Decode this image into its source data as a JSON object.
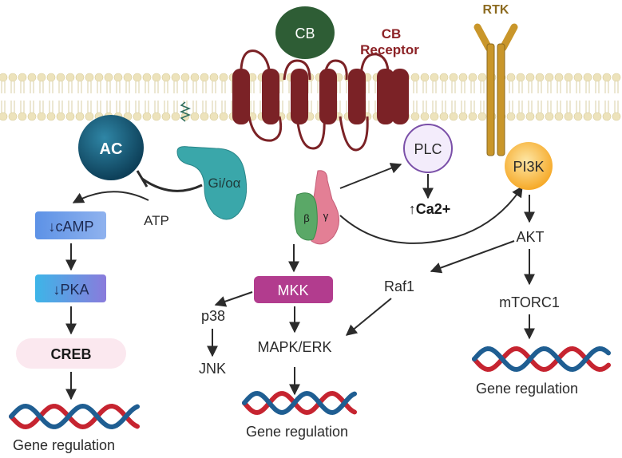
{
  "labels": {
    "cb": "CB",
    "cb_receptor_line1": "CB",
    "cb_receptor_line2": "Receptor",
    "rtk": "RTK",
    "ac": "AC",
    "gi": "Gi/oα",
    "atp": "ATP",
    "camp": "↓cAMP",
    "pka": "↓PKA",
    "creb": "CREB",
    "plc": "PLC",
    "ca": "↑Ca2+",
    "pi3k": "PI3K",
    "akt": "AKT",
    "beta": "β",
    "gamma": "γ",
    "mkk": "MKK",
    "p38": "p38",
    "jnk": "JNK",
    "raf1": "Raf1",
    "mapk": "MAPK/ERK",
    "mtorc1": "mTORC1",
    "gene_left": "Gene regulation",
    "gene_mid": "Gene regulation",
    "gene_right": "Gene regulation"
  },
  "colors": {
    "receptor": "#7b2226",
    "cb_ligand": "#2e5d35",
    "rtk": "#c9962a",
    "ac": "#12556f",
    "gi": "#3aa7aa",
    "camp_box": "#6d9be6",
    "pka_box": "#4aa9e8",
    "creb_box": "#fbe8ef",
    "mkk_box": "#b23c8e",
    "plc_border": "#7a4fa8",
    "pi3k": "#f6b23a",
    "beta": "#5aa867",
    "gamma": "#e37f95",
    "dna_red": "#c62430",
    "dna_blue": "#1f5e92",
    "membrane_head": "#ede3bc"
  }
}
